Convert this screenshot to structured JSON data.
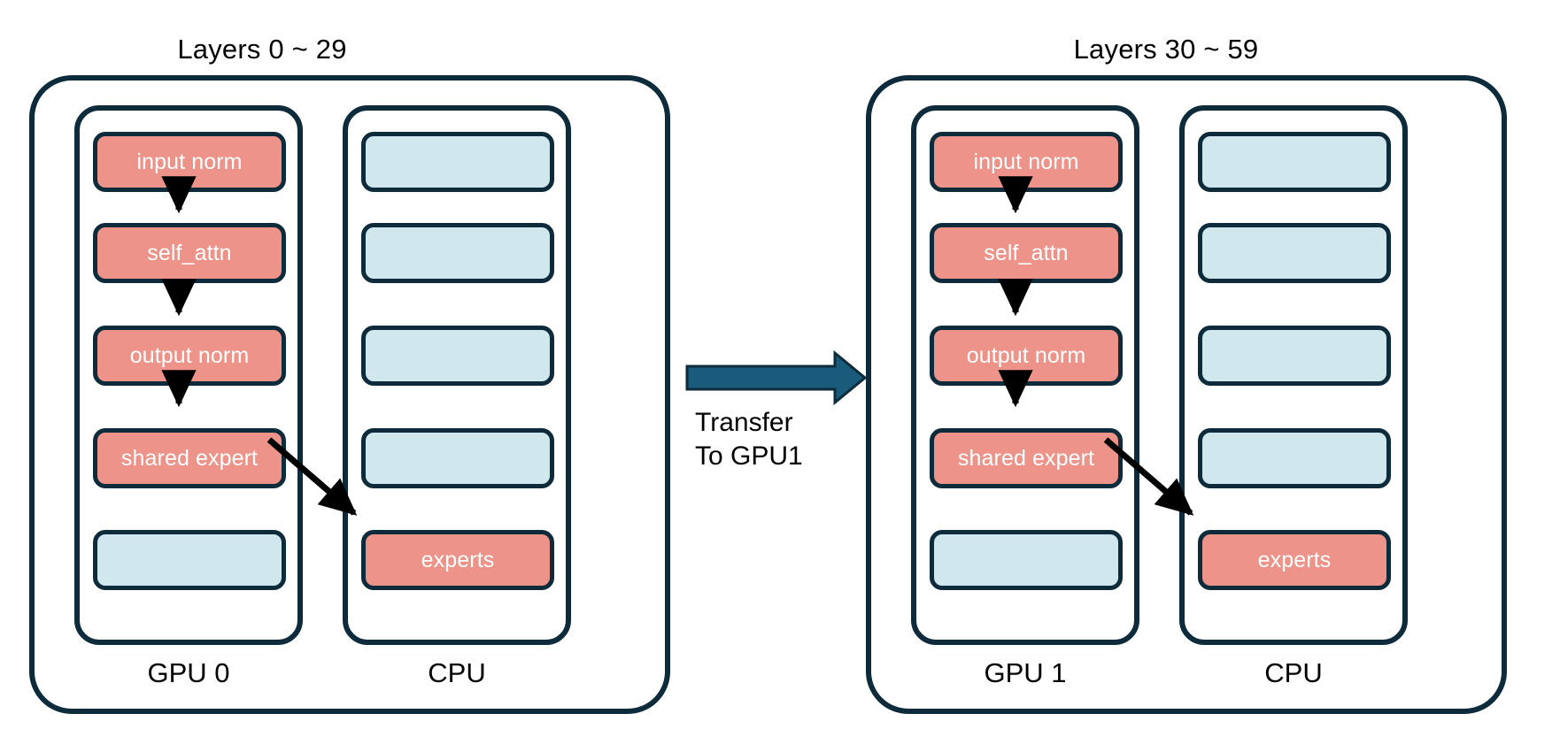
{
  "diagram": {
    "title_left": "Layers 0 ~ 29",
    "title_right": "Layers 30 ~ 59",
    "transfer_label_line1": "Transfer",
    "transfer_label_line2": "To GPU1",
    "colors": {
      "active_block": "#ED9389",
      "inactive_block": "#D0E7EE",
      "outline": "#0D2B3A",
      "transfer_arrow": "#1A5A7A",
      "block_text": "#FFFFFF",
      "label_text": "#000000",
      "background": "#FFFFFF"
    },
    "panels": [
      {
        "id": "panel-left",
        "title": "Layers 0 ~ 29",
        "gpu": {
          "label": "GPU 0",
          "blocks": [
            {
              "label": "input norm",
              "state": "active"
            },
            {
              "label": "self_attn",
              "state": "active"
            },
            {
              "label": "output norm",
              "state": "active"
            },
            {
              "label": "shared expert",
              "state": "active"
            },
            {
              "label": "",
              "state": "inactive"
            }
          ]
        },
        "cpu": {
          "label": "CPU",
          "blocks": [
            {
              "label": "",
              "state": "inactive"
            },
            {
              "label": "",
              "state": "inactive"
            },
            {
              "label": "",
              "state": "inactive"
            },
            {
              "label": "",
              "state": "inactive"
            },
            {
              "label": "experts",
              "state": "active"
            }
          ]
        }
      },
      {
        "id": "panel-right",
        "title": "Layers 30 ~ 59",
        "gpu": {
          "label": "GPU 1",
          "blocks": [
            {
              "label": "input norm",
              "state": "active"
            },
            {
              "label": "self_attn",
              "state": "active"
            },
            {
              "label": "output norm",
              "state": "active"
            },
            {
              "label": "shared expert",
              "state": "active"
            },
            {
              "label": "",
              "state": "inactive"
            }
          ]
        },
        "cpu": {
          "label": "CPU",
          "blocks": [
            {
              "label": "",
              "state": "inactive"
            },
            {
              "label": "",
              "state": "inactive"
            },
            {
              "label": "",
              "state": "inactive"
            },
            {
              "label": "",
              "state": "inactive"
            },
            {
              "label": "experts",
              "state": "active"
            }
          ]
        }
      }
    ]
  }
}
